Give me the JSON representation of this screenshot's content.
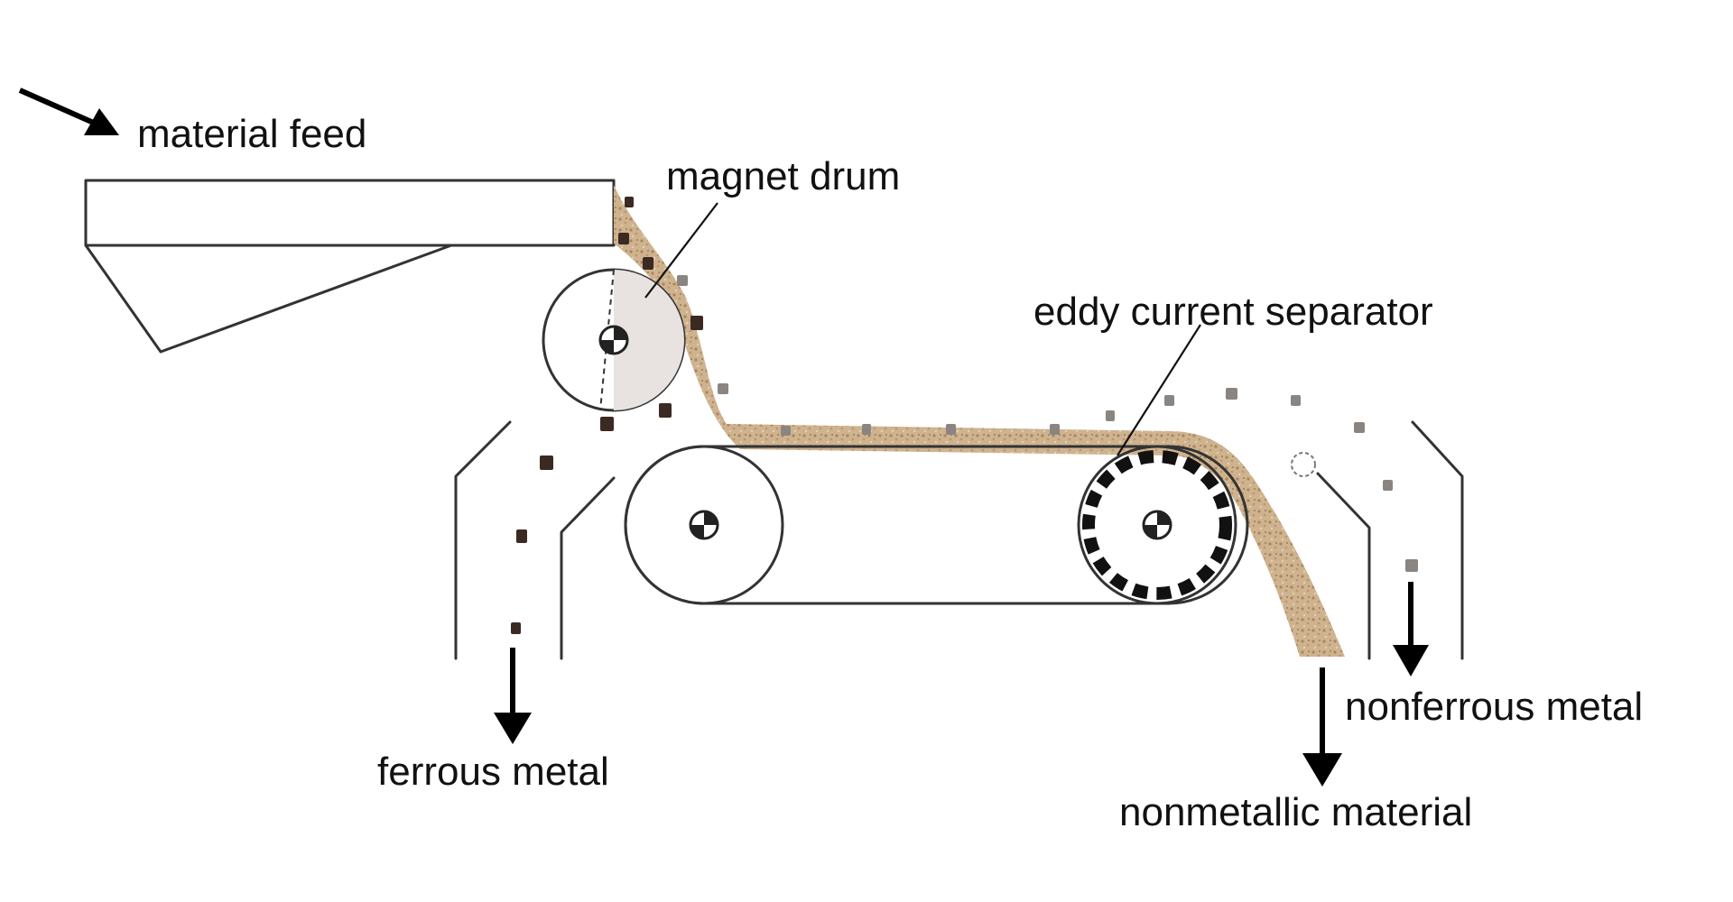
{
  "labels": {
    "material_feed": "material feed",
    "magnet_drum": "magnet drum",
    "eddy_current_separator": "eddy current separator",
    "ferrous_metal": "ferrous metal",
    "nonferrous_metal": "nonferrous metal",
    "nonmetallic_material": "nonmetallic material"
  },
  "colors": {
    "line": "#333333",
    "text": "#111111",
    "material_stream": "#c8ab86",
    "material_stream_dark": "#a9865d",
    "ferrous_particle": "#3a2a22",
    "nonferrous_particle": "#8a8580",
    "magnet_sector": "#e8e2e0"
  }
}
